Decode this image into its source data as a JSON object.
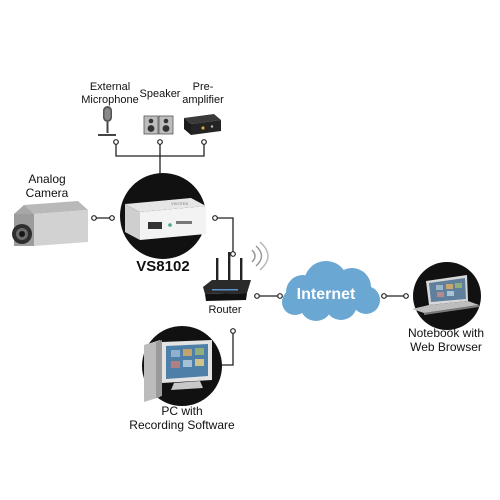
{
  "labels": {
    "external_microphone_line1": "External",
    "external_microphone_line2": "Microphone",
    "speaker": "Speaker",
    "preamplifier_line1": "Pre-",
    "preamplifier_line2": "amplifier",
    "analog_camera_line1": "Analog",
    "analog_camera_line2": "Camera",
    "device_model": "VS8102",
    "router": "Router",
    "internet": "Internet",
    "notebook_line1": "Notebook with",
    "notebook_line2": "Web Browser",
    "pc_line1": "PC with",
    "pc_line2": "Recording Software"
  },
  "icons": {
    "microphone": "microphone-icon",
    "speaker": "speaker-icon",
    "preamplifier": "preamplifier-icon",
    "analog_camera": "camera-icon",
    "video_server": "video-server-icon",
    "router": "router-icon",
    "internet": "cloud-icon",
    "notebook": "notebook-icon",
    "pc": "pc-icon"
  },
  "colors": {
    "circle": "#111111",
    "connector": "#222222",
    "cloud": "#6aa7d3",
    "cloud_text": "#ffffff"
  }
}
